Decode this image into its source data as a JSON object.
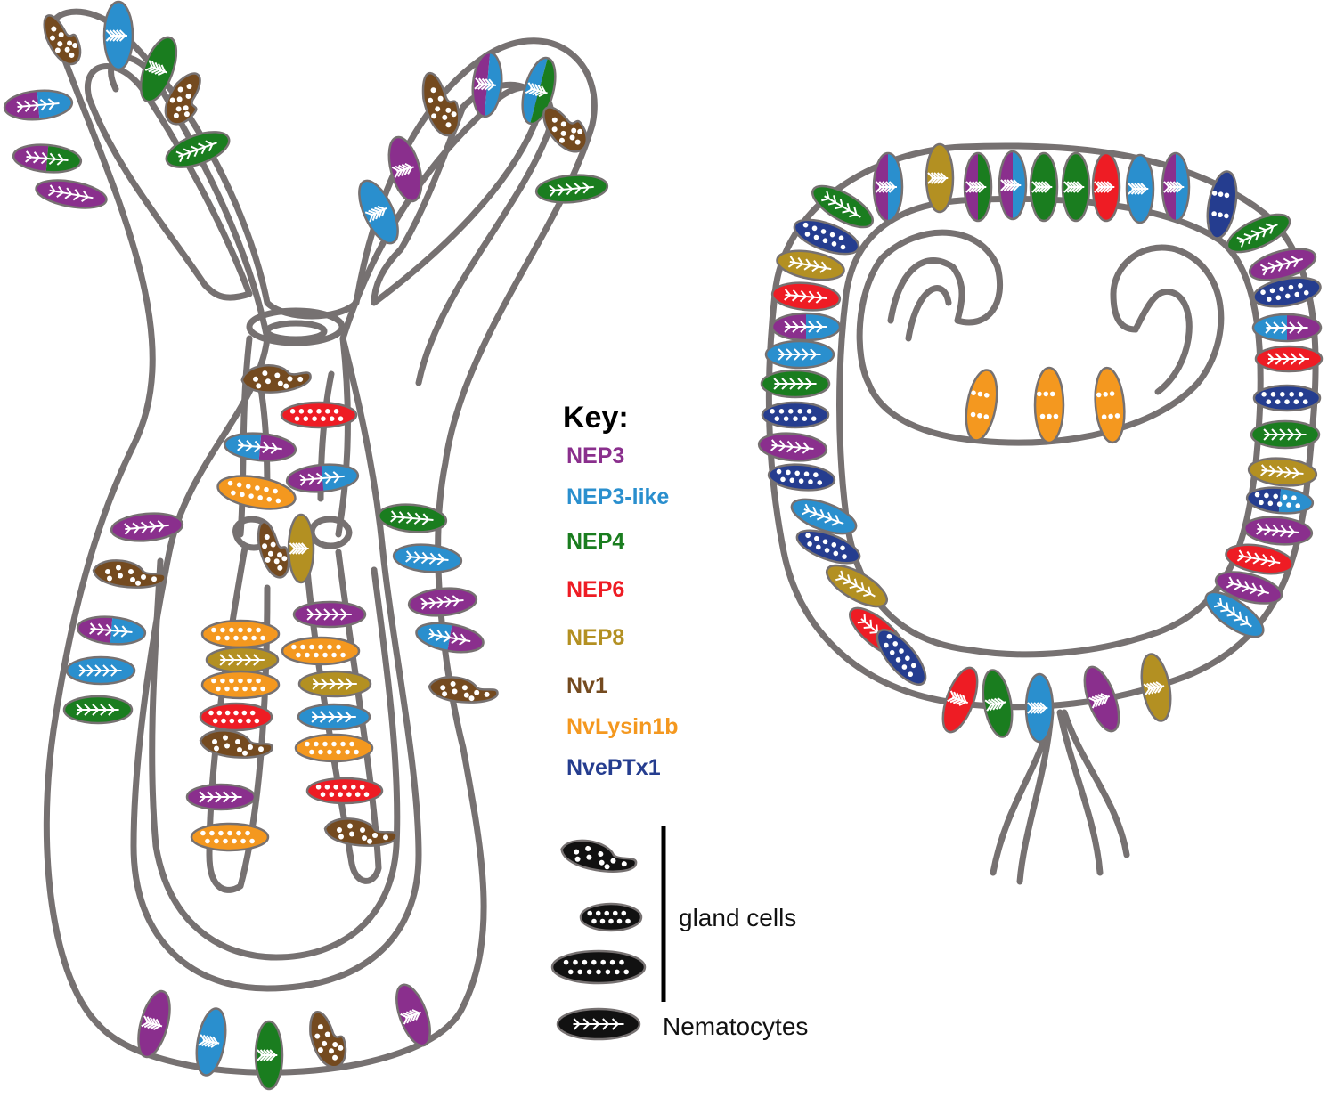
{
  "key": {
    "title": "Key:",
    "items": [
      {
        "label": "NEP3",
        "color": "#8a2f8d"
      },
      {
        "label": "NEP3-like",
        "color": "#2a8fce"
      },
      {
        "label": "NEP4",
        "color": "#1a7d1f"
      },
      {
        "label": "NEP6",
        "color": "#ee1c24"
      },
      {
        "label": "NEP8",
        "color": "#b39022"
      },
      {
        "label": "Nv1",
        "color": "#744a1f"
      },
      {
        "label": "NvLysin1b",
        "color": "#f4981f"
      },
      {
        "label": "NvePTx1",
        "color": "#253d8f"
      }
    ]
  },
  "legend": {
    "gland_cells_label": "gland cells",
    "nematocytes_label": "Nematocytes"
  },
  "colors": {
    "outline": "#767171",
    "legend_fill": "#111111"
  }
}
